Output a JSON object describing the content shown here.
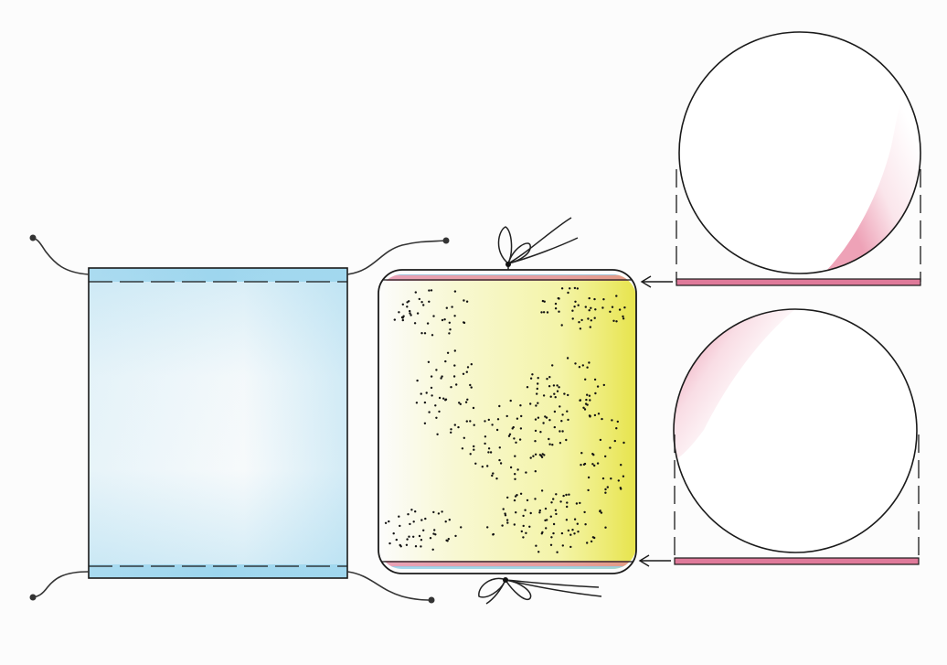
{
  "colors": {
    "paper": "#fcfcfc",
    "ink": "#1a1a1a",
    "blue_wash": "#8fd0ec",
    "yellow_wash": "#ecec55",
    "pink_wash": "#e0567c",
    "pink_band": "#df7a9a"
  },
  "diagram": {
    "elements": [
      "flat-fabric-panel",
      "drawstring-casing-top",
      "drawstring-casing-bottom",
      "drawstring-cords",
      "dotted-fabric-panel",
      "bow-knot-top",
      "bow-knot-bottom",
      "circle-template-top",
      "circle-template-bottom",
      "pink-strip-top",
      "pink-strip-bottom",
      "arrow-to-top-edge",
      "arrow-to-bottom-edge"
    ]
  }
}
